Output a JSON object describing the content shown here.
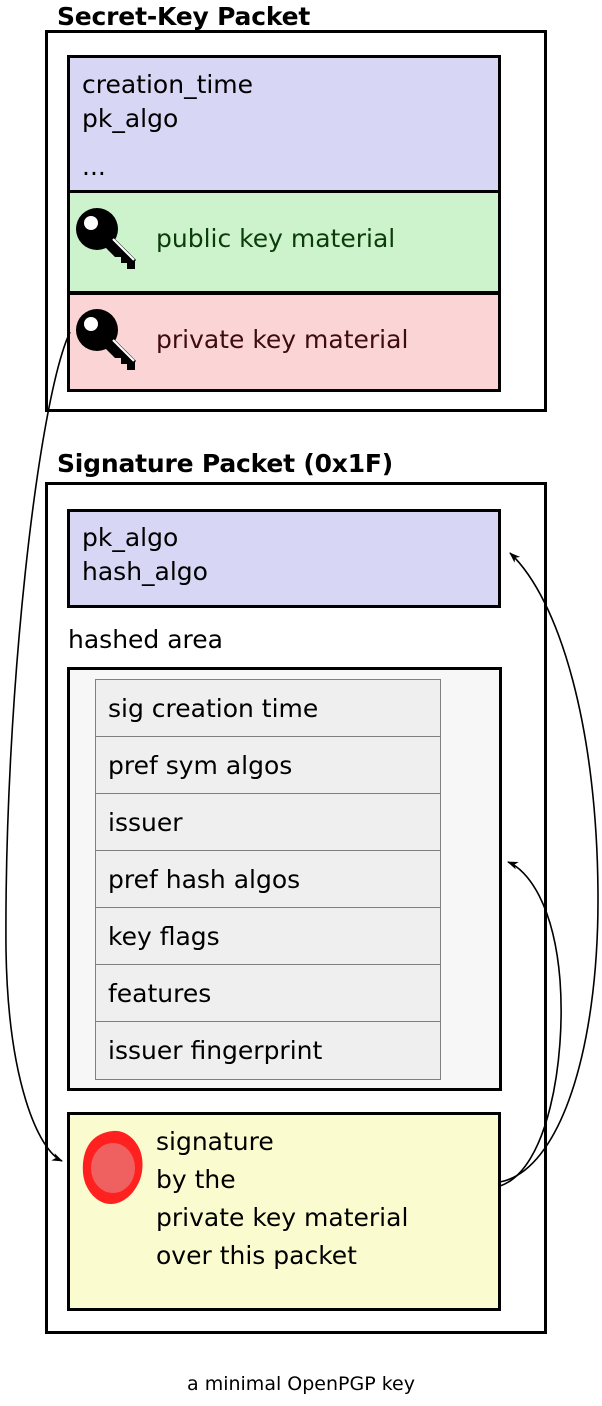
{
  "caption": "a minimal OpenPGP key",
  "colors": {
    "meta_fill": "#d7d6f5",
    "public_fill": "#ccf3cc",
    "private_fill": "#fbd4d6",
    "hashed_fill": "#f7f7f7",
    "hashed_row_fill": "#efefef",
    "signature_fill": "#fbfbd0",
    "seal_red": "#ff2020",
    "seal_inner": "#ef6060",
    "public_text": "#0b3d0b",
    "private_text": "#3d0b12",
    "stroke": "#000000"
  },
  "secret_key_packet": {
    "title": "Secret-Key Packet",
    "meta": {
      "lines": "creation_time\npk_algo",
      "ellipsis": "..."
    },
    "public_key": {
      "label": "public key material",
      "icon": "key-icon"
    },
    "private_key": {
      "label": "private key material",
      "icon": "key-icon"
    }
  },
  "signature_packet": {
    "title": "Signature Packet (0x1F)",
    "algo": {
      "lines": "pk_algo\nhash_algo"
    },
    "hashed_area": {
      "label": "hashed area",
      "subpackets": [
        "sig creation time",
        "pref sym algos",
        "issuer",
        "pref hash algos",
        "key flags",
        "features",
        "issuer fingerprint"
      ]
    },
    "signature": {
      "lines": "signature\nby the\nprivate key material\nover this packet",
      "icon": "seal-icon"
    }
  },
  "arrows": [
    {
      "name": "private-key-to-signature",
      "from": "private key material",
      "to": "signature"
    },
    {
      "name": "signature-to-algo",
      "from": "signature",
      "to": "pk_algo / hash_algo"
    },
    {
      "name": "signature-to-hashed-area",
      "from": "signature",
      "to": "hashed area"
    }
  ]
}
